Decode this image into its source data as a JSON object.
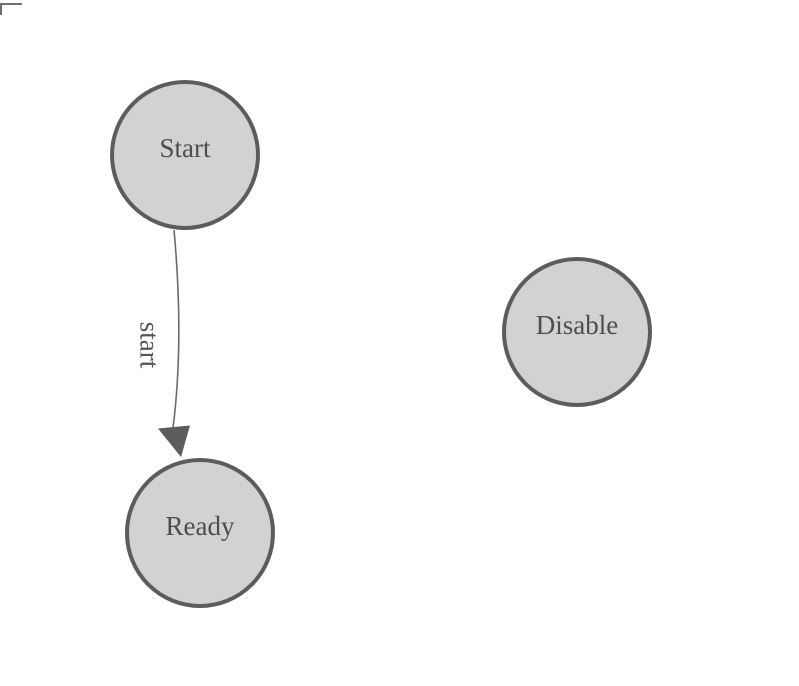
{
  "canvas": {
    "background": "#ffffff"
  },
  "diagram": {
    "type": "state-machine",
    "nodes": [
      {
        "id": "start",
        "label": "Start"
      },
      {
        "id": "ready",
        "label": "Ready"
      },
      {
        "id": "disable",
        "label": "Disable"
      }
    ],
    "edges": [
      {
        "source": "Start",
        "target": "Ready",
        "label": "start"
      }
    ],
    "colors": {
      "canvas_bg": "#ffffff",
      "node_fill": "#d2d2d2",
      "node_stroke": "#5c5c5c",
      "node_label": "#4d4d4d",
      "edge_stroke": "#6b6b6b",
      "edge_label": "#555555",
      "arrowhead": "#5c5c5c",
      "corner_mark": "#6f6f6f"
    }
  }
}
